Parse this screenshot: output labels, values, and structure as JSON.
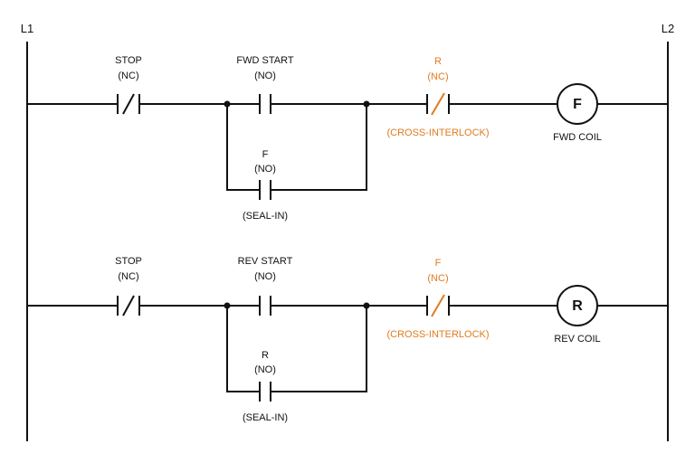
{
  "rails": {
    "left": "L1",
    "right": "L2"
  },
  "colors": {
    "line": "#111111",
    "accent": "#e07b1e"
  },
  "rungs": [
    {
      "stop": {
        "name": "STOP",
        "type": "(NC)"
      },
      "start": {
        "name": "FWD START",
        "type": "(NO)"
      },
      "seal": {
        "name": "F",
        "type": "(NO)",
        "note": "(SEAL-IN)"
      },
      "interlock": {
        "name": "R",
        "type": "(NC)",
        "note": "(CROSS-INTERLOCK)"
      },
      "coil": {
        "letter": "F",
        "label": "FWD COIL"
      }
    },
    {
      "stop": {
        "name": "STOP",
        "type": "(NC)"
      },
      "start": {
        "name": "REV START",
        "type": "(NO)"
      },
      "seal": {
        "name": "R",
        "type": "(NO)",
        "note": "(SEAL-IN)"
      },
      "interlock": {
        "name": "F",
        "type": "(NC)",
        "note": "(CROSS-INTERLOCK)"
      },
      "coil": {
        "letter": "R",
        "label": "REV COIL"
      }
    }
  ]
}
